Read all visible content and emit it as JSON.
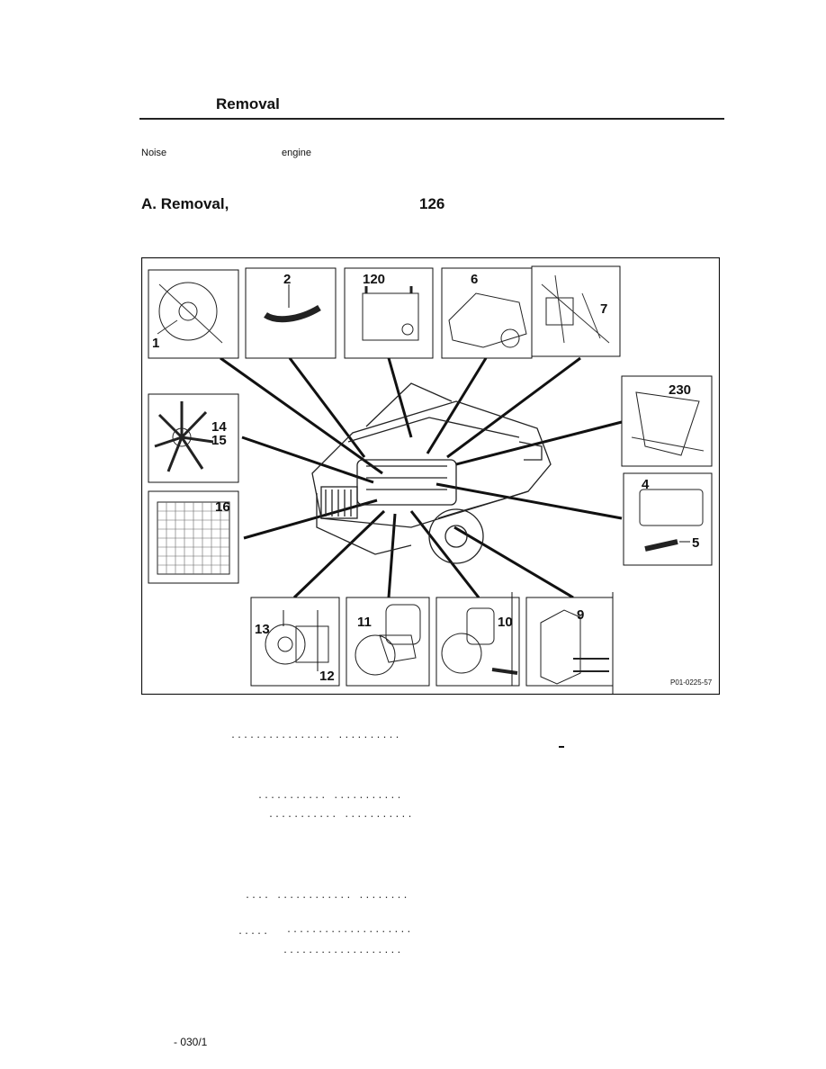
{
  "header": {
    "title": "Removal"
  },
  "intro": {
    "text_left": "Noise",
    "text_right": "engine"
  },
  "section": {
    "label": "A. Removal,",
    "model": "126"
  },
  "figure": {
    "callouts": {
      "c1": "1",
      "c2": "2",
      "c120": "120",
      "c6": "6",
      "c7": "7",
      "c14": "14",
      "c15": "15",
      "c16": "16",
      "c230": "230",
      "c4": "4",
      "c5": "5",
      "c13": "13",
      "c12": "12",
      "c11": "11",
      "c10": "10",
      "c9": "9"
    },
    "reference": "P01-0225-57"
  },
  "leaders": {
    "l1": "................ ..........",
    "l2": "........... ...........",
    "l3": "........... ...........",
    "l4": ".... ............ ........",
    "l5": ".....",
    "l6": "....................",
    "l7": "..................."
  },
  "footer": {
    "page": "- 030/1"
  }
}
